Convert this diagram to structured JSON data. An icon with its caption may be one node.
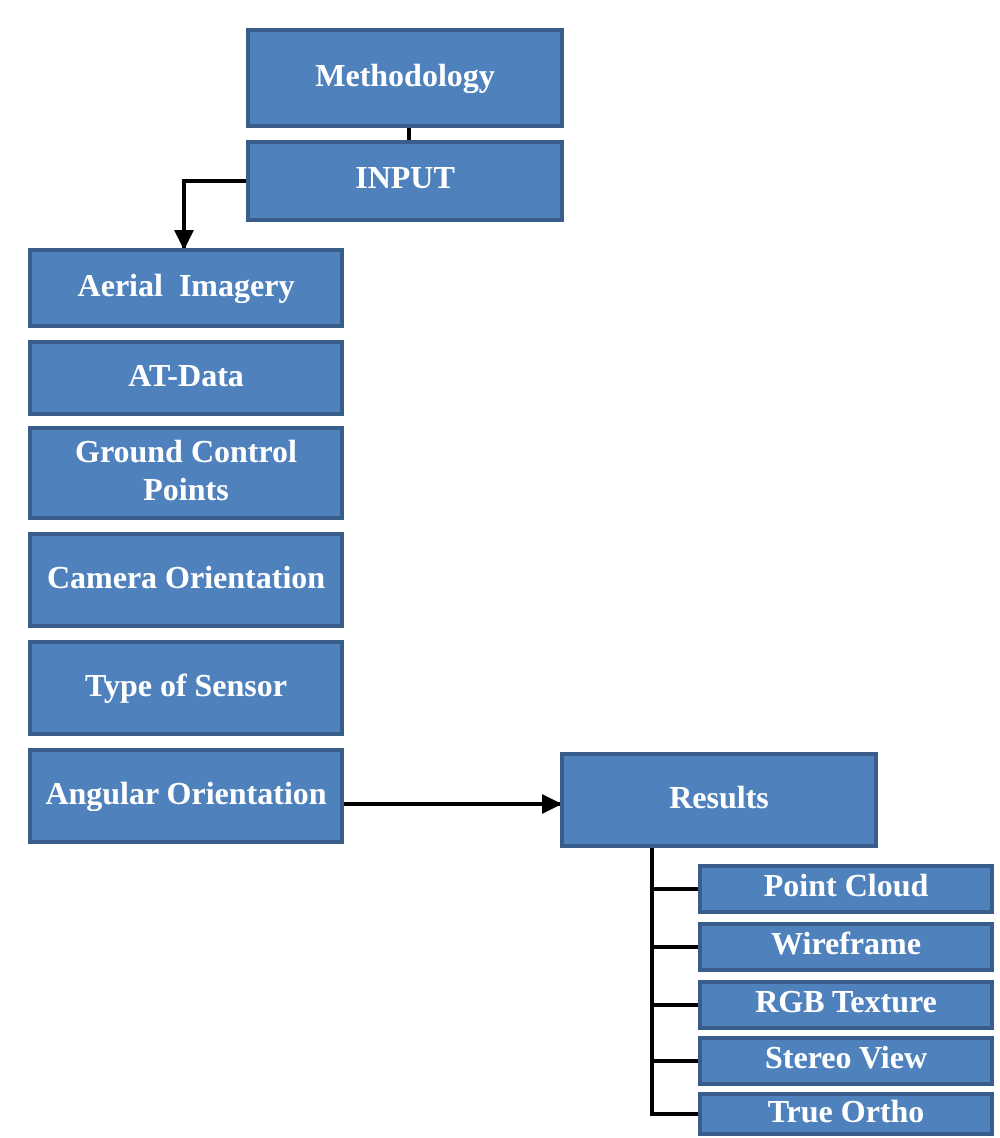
{
  "diagram": {
    "nodes": [
      {
        "text": [
          "Methodology"
        ]
      },
      {
        "text": [
          "INPUT"
        ]
      },
      {
        "text": [
          "Aerial  Imagery"
        ]
      },
      {
        "text": [
          "AT-Data"
        ]
      },
      {
        "text": [
          "Ground Control Points"
        ]
      },
      {
        "text": [
          "Camera Orientation"
        ]
      },
      {
        "text": [
          "Type of Sensor"
        ]
      },
      {
        "text": [
          "Angular Orientation"
        ]
      },
      {
        "text": [
          "Results"
        ]
      },
      {
        "text": [
          "Point Cloud"
        ]
      },
      {
        "text": [
          "Wireframe"
        ]
      },
      {
        "text": [
          "RGB Texture"
        ]
      },
      {
        "text": [
          "Stereo View"
        ]
      },
      {
        "text": [
          "True Ortho"
        ]
      }
    ],
    "edges": [
      {
        "from": 0,
        "to": 1,
        "arrow": "none"
      },
      {
        "from": 1,
        "to": 2,
        "arrow": "to"
      },
      {
        "from": 7,
        "to": 8,
        "arrow": "to"
      },
      {
        "from": 8,
        "to": 9,
        "arrow": "none"
      },
      {
        "from": 8,
        "to": 10,
        "arrow": "none"
      },
      {
        "from": 8,
        "to": 11,
        "arrow": "none"
      },
      {
        "from": 8,
        "to": 12,
        "arrow": "none"
      },
      {
        "from": 8,
        "to": 13,
        "arrow": "none"
      }
    ]
  }
}
